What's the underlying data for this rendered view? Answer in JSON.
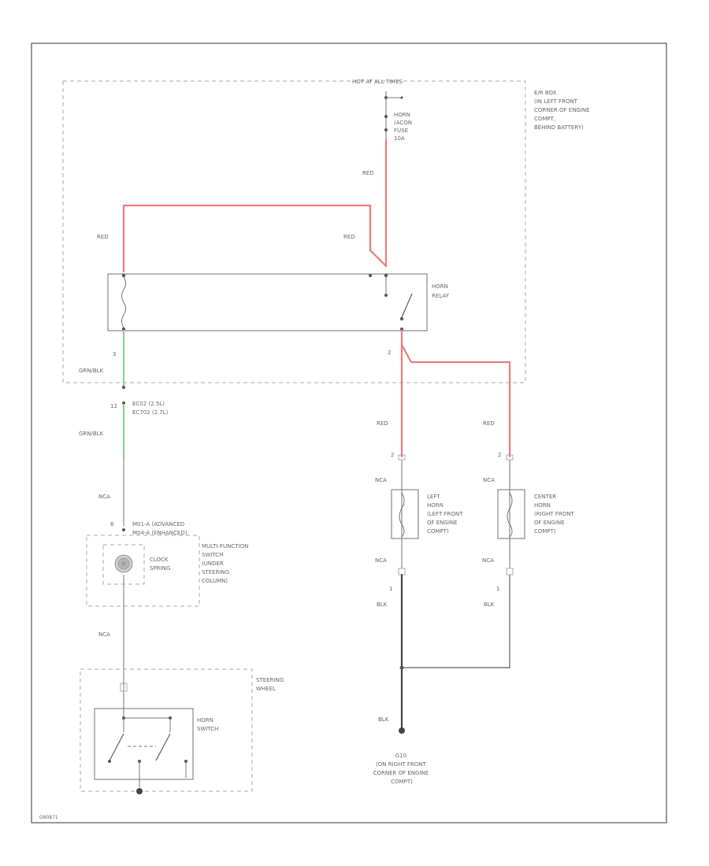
{
  "colors": {
    "red_wire": "#f07a7a",
    "grn_blk_wire": "#8fd08f",
    "nca_wire": "#999999",
    "blk_wire": "#444444",
    "frame": "#777777"
  },
  "fuse_box": {
    "top_label": "HOT AT ALL TIMES",
    "location": [
      "E/R BOX",
      "(IN LEFT FRONT",
      "CORNER OF ENGINE",
      "COMPT,",
      "BEHIND BATTERY)"
    ]
  },
  "fuse": {
    "label": [
      "HORN",
      "(ACON",
      "FUSE",
      "10A"
    ]
  },
  "relay": {
    "label": [
      "HORN",
      "RELAY"
    ]
  },
  "wires": {
    "red_fuse": "RED",
    "red_left": "RED",
    "red_right": "RED",
    "grn_blk_1": "GRN/BLK",
    "grn_blk_2": "GRN/BLK",
    "nca_1": "NCA",
    "nca_2": "NCA",
    "red_left_horn": "RED",
    "red_center_horn": "RED",
    "nca_lh_top": "NCA",
    "nca_ch_top": "NCA",
    "nca_lh_bot": "NCA",
    "nca_ch_bot": "NCA",
    "blk_lh": "BLK",
    "blk_ch": "BLK",
    "blk_ground": "BLK"
  },
  "pins": {
    "relay_left": "3",
    "relay_right": "2",
    "conn_12": "12",
    "clock_6": "6",
    "lh_2": "2",
    "ch_2": "2",
    "lh_1": "1",
    "ch_1": "1"
  },
  "connectors": {
    "ec_line1": "EC02  (2.5L)",
    "ec_line2": "EC702 (2.7L)",
    "m_line1": "M01-A    (ADVANCED",
    "m_line2": "M04-A    (ENHANCED)"
  },
  "clock_spring": {
    "label": [
      "CLOCK",
      "SPRING"
    ],
    "location": [
      "MULTI-FUNCTION",
      "SWITCH",
      "(UNDER",
      "STEERING",
      "COLUMN)"
    ]
  },
  "steering_wheel": {
    "label": [
      "STEERING",
      "WHEEL"
    ],
    "switch_label": [
      "HORN",
      "SWITCH"
    ]
  },
  "left_horn": {
    "label": [
      "LEFT",
      "HORN",
      "(LEFT FRONT",
      "OF ENGINE",
      "COMPT)"
    ]
  },
  "center_horn": {
    "label": [
      "CENTER",
      "HORN",
      "(RIGHT FRONT",
      "OF ENGINE",
      "COMPT)"
    ]
  },
  "ground": {
    "label": [
      "G10",
      "(ON RIGHT FRONT",
      "CORNER OF ENGINE",
      "COMPT)"
    ]
  },
  "footer_code": "G80871"
}
